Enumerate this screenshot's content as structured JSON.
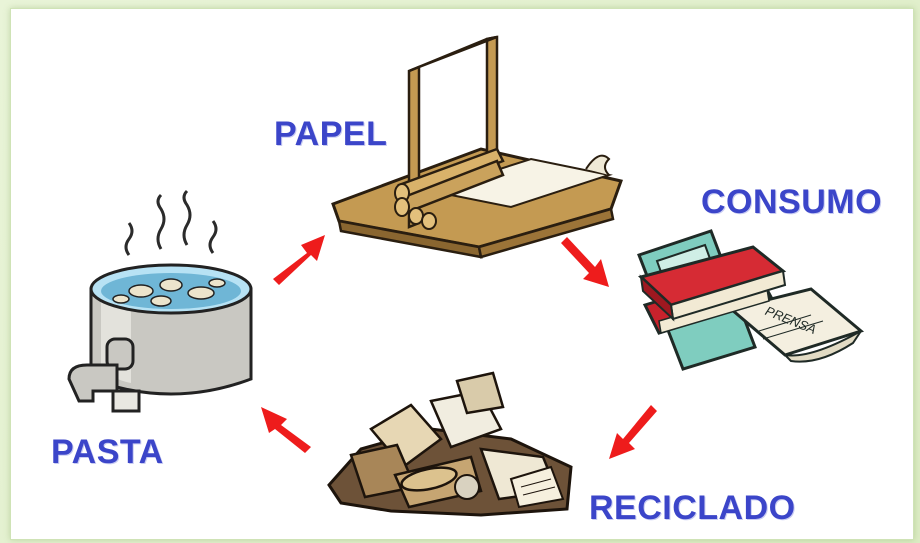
{
  "stages": {
    "papel": "PAPEL",
    "consumo": "CONSUMO",
    "reciclado": "RECICLADO",
    "pasta": "PASTA"
  },
  "newspaper_text": "PRENSA",
  "colors": {
    "label": "#3b45c9",
    "arrow": "#ee1c1c",
    "wood": "#b9914a",
    "book_red": "#c8222c"
  }
}
